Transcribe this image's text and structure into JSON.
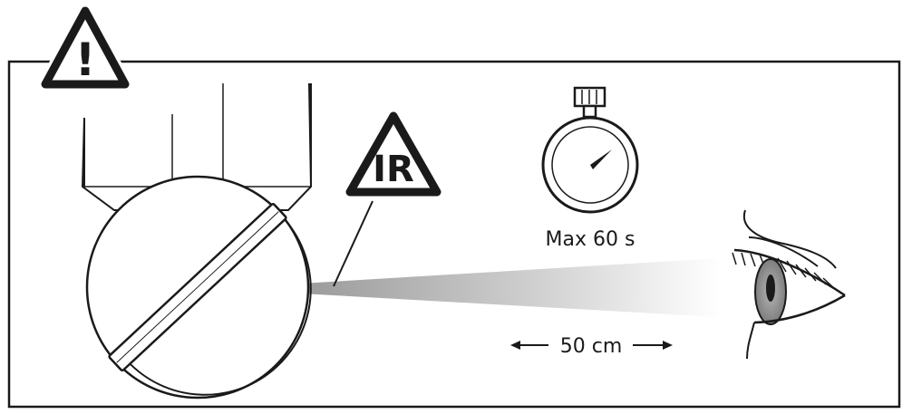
{
  "warning_symbol": {
    "glyph": "!",
    "icon": "warning-triangle-icon"
  },
  "ir_symbol": {
    "text": "IR",
    "icon": "ir-warning-triangle-icon"
  },
  "stopwatch": {
    "icon": "stopwatch-icon",
    "label": "Max 60 s"
  },
  "distance": {
    "label": "50 cm",
    "icon": "double-arrow-icon"
  },
  "camera": {
    "icon": "dome-camera-icon"
  },
  "eye": {
    "icon": "eye-icon"
  },
  "colors": {
    "line": "#1a1a1a",
    "beam": "#9a9a9a",
    "iris": "#8a8a8a",
    "background": "#ffffff"
  }
}
